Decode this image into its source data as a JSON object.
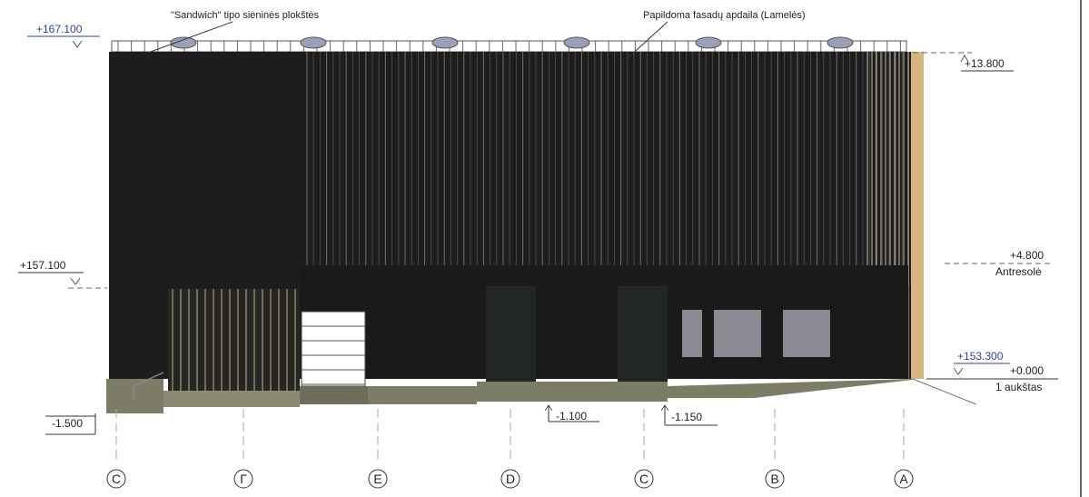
{
  "annotations": {
    "sandwich": "\"Sandwich\" tipo sieninės plokštės",
    "lamelles": "Papildoma fasadų apdaila (Lamelės)"
  },
  "abs_levels": {
    "top": "+167.100",
    "mid": "+157.100",
    "ground": "+153.300"
  },
  "rel_levels": {
    "roof": "+13.800",
    "mezzanine": "+4.800",
    "mezzanine_name": "Antresolė",
    "floor": "+0.000",
    "floor_name": "1 aukštas",
    "left_grade": "-1.500",
    "grade_d": "-1.100",
    "grade_c": "-1.150"
  },
  "axes": [
    {
      "label": "C"
    },
    {
      "label": "Г"
    },
    {
      "label": "E"
    },
    {
      "label": "D"
    },
    {
      "label": "C"
    },
    {
      "label": "B"
    },
    {
      "label": "A"
    }
  ],
  "colors": {
    "facade": "#1d1d1f",
    "lamella": "#c8b48a",
    "plinth": "#7d7c66",
    "blue_text": "#2d3fa0"
  }
}
